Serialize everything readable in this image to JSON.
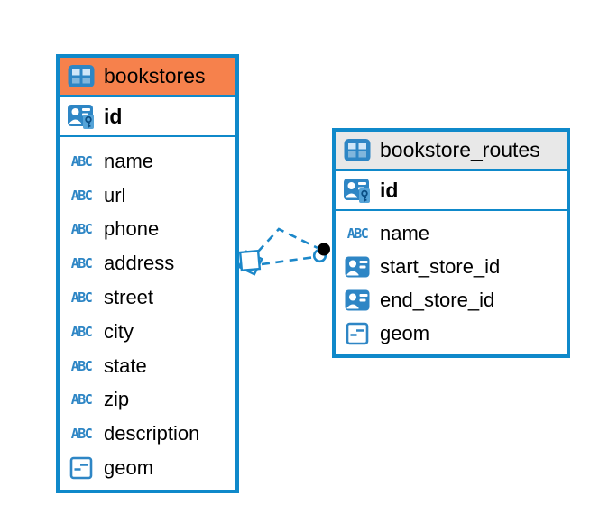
{
  "diagram": {
    "tables": [
      {
        "title": "bookstores",
        "header_bg": "#f6814c",
        "key_columns": [
          {
            "name": "id",
            "icon": "primary-key-icon"
          }
        ],
        "columns": [
          {
            "name": "name",
            "icon": "text-type-icon"
          },
          {
            "name": "url",
            "icon": "text-type-icon"
          },
          {
            "name": "phone",
            "icon": "text-type-icon"
          },
          {
            "name": "address",
            "icon": "text-type-icon"
          },
          {
            "name": "street",
            "icon": "text-type-icon"
          },
          {
            "name": "city",
            "icon": "text-type-icon"
          },
          {
            "name": "state",
            "icon": "text-type-icon"
          },
          {
            "name": "zip",
            "icon": "text-type-icon"
          },
          {
            "name": "description",
            "icon": "text-type-icon"
          },
          {
            "name": "geom",
            "icon": "object-type-icon"
          }
        ]
      },
      {
        "title": "bookstore_routes",
        "header_bg": "#e8e8e8",
        "key_columns": [
          {
            "name": "id",
            "icon": "primary-key-icon"
          }
        ],
        "columns": [
          {
            "name": "name",
            "icon": "text-type-icon"
          },
          {
            "name": "start_store_id",
            "icon": "reference-type-icon"
          },
          {
            "name": "end_store_id",
            "icon": "reference-type-icon"
          },
          {
            "name": "geom",
            "icon": "object-type-icon"
          }
        ]
      }
    ],
    "relationships": [
      {
        "from": "bookstore_routes",
        "to": "bookstores",
        "style": "dashed",
        "marker_at_bookstores": "diamond",
        "marker_at_bookstore_routes": "dot"
      },
      {
        "from": "bookstore_routes",
        "to": "bookstores",
        "style": "dashed",
        "marker_at_bookstores": "diamond",
        "marker_at_bookstore_routes": "dot"
      }
    ],
    "colors": {
      "table_border": "#0f89ca",
      "accent_blue": "#2e86c5",
      "relationship_line": "#1b87c9",
      "orange_header": "#f6814c",
      "gray_header": "#e8e8e8",
      "text": "#000000",
      "background": "#ffffff"
    }
  }
}
